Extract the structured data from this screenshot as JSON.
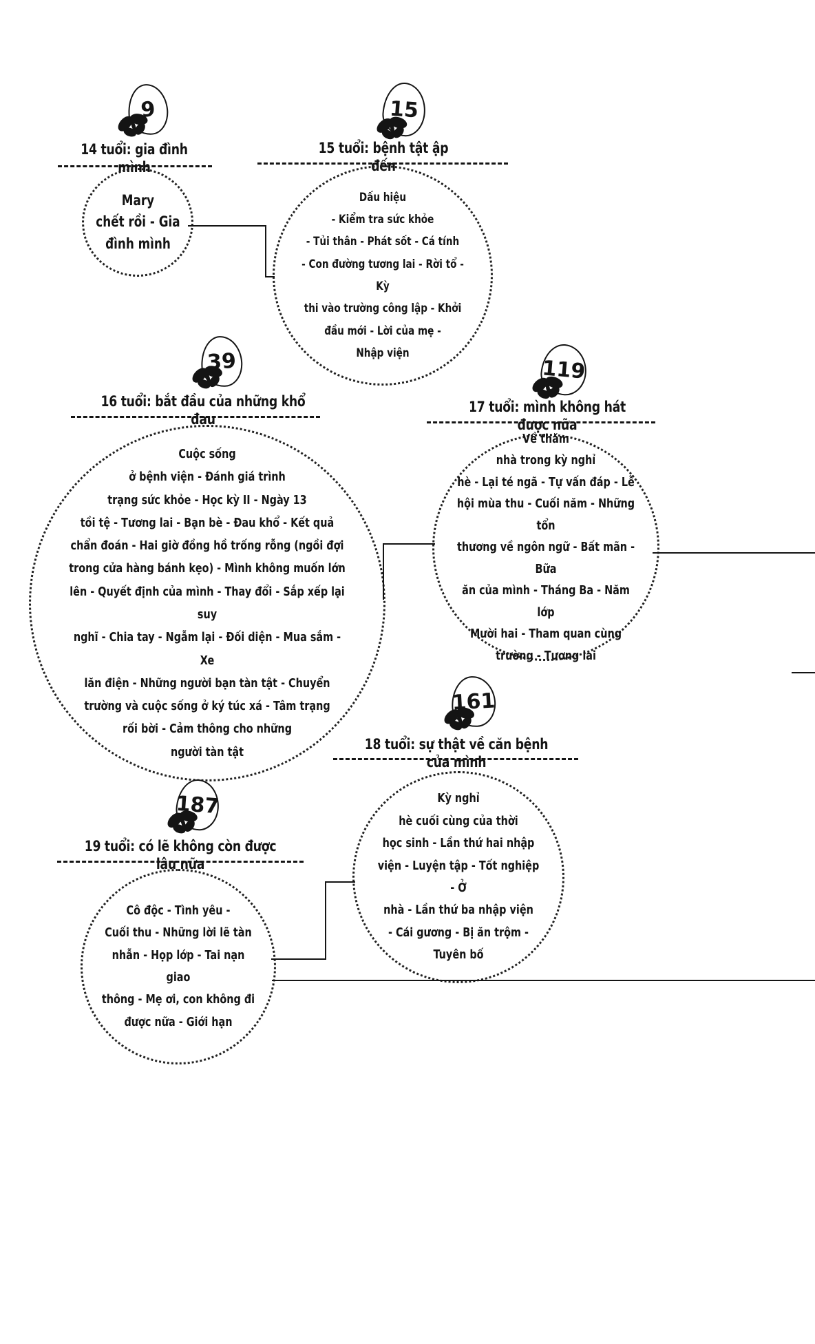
{
  "colors": {
    "ink": "#141414",
    "paper": "#ffffff"
  },
  "chapters": [
    {
      "page": "9",
      "title": "14 tuổi: gia đình mình",
      "topics": [
        "Mary",
        "chết rồi - Gia",
        "đình mình"
      ]
    },
    {
      "page": "15",
      "title": "15 tuổi: bệnh tật ập đến",
      "topics": [
        "Dấu hiệu",
        "- Kiểm tra sức khỏe",
        "- Tủi thân - Phát sốt - Cá tính",
        "- Con đường tương lai - Rời tổ - Kỳ",
        "thi vào trường công lập - Khởi",
        "đầu mới - Lời của mẹ -",
        "Nhập viện"
      ]
    },
    {
      "page": "39",
      "title": "16 tuổi: bắt đầu của những khổ đau",
      "topics": [
        "Cuộc sống",
        "ở bệnh viện - Đánh giá trình",
        "trạng sức khỏe - Học kỳ II - Ngày 13",
        "tồi tệ - Tương lai - Bạn bè - Đau khổ - Kết quả",
        "chẩn đoán - Hai giờ đồng hồ trống rỗng (ngồi đợi",
        "trong cửa hàng bánh kẹo) - Mình không muốn lớn",
        "lên - Quyết định của mình - Thay đổi - Sắp xếp lại suy",
        "nghĩ - Chia tay - Ngẫm lại - Đối diện - Mua sắm - Xe",
        "lăn điện - Những người bạn tàn tật - Chuyển",
        "trường và cuộc sống ở ký túc xá - Tâm trạng",
        "rối bời - Cảm thông cho những",
        "người tàn tật"
      ]
    },
    {
      "page": "119",
      "title": "17 tuổi: mình không hát được nữa",
      "topics": [
        "Về thăm",
        "nhà trong kỳ nghỉ",
        "hè - Lại té ngã - Tự vấn đáp - Lễ",
        "hội mùa thu - Cuối năm - Những tổn",
        "thương về ngôn ngữ - Bất mãn - Bữa",
        "ăn của mình - Tháng Ba - Năm lớp",
        "Mười hai - Tham quan cùng",
        "trường - Tương lai"
      ]
    },
    {
      "page": "161",
      "title": "18 tuổi: sự thật về căn bệnh của mình",
      "topics": [
        "Kỳ nghỉ",
        "hè cuối cùng của thời",
        "học sinh - Lần thứ hai nhập",
        "viện - Luyện tập - Tốt nghiệp - Ở",
        "nhà - Lần thứ ba nhập viện",
        "- Cái gương - Bị ăn trộm -",
        "Tuyên bố"
      ]
    },
    {
      "page": "187",
      "title": "19 tuổi: có lẽ không còn được lâu nữa",
      "topics": [
        "Cô độc - Tình yêu -",
        "Cuối thu - Những lời lẽ tàn",
        "nhẫn - Họp lớp - Tai nạn giao",
        "thông - Mẹ ơi, con không đi",
        "được nữa - Giới hạn"
      ]
    }
  ]
}
